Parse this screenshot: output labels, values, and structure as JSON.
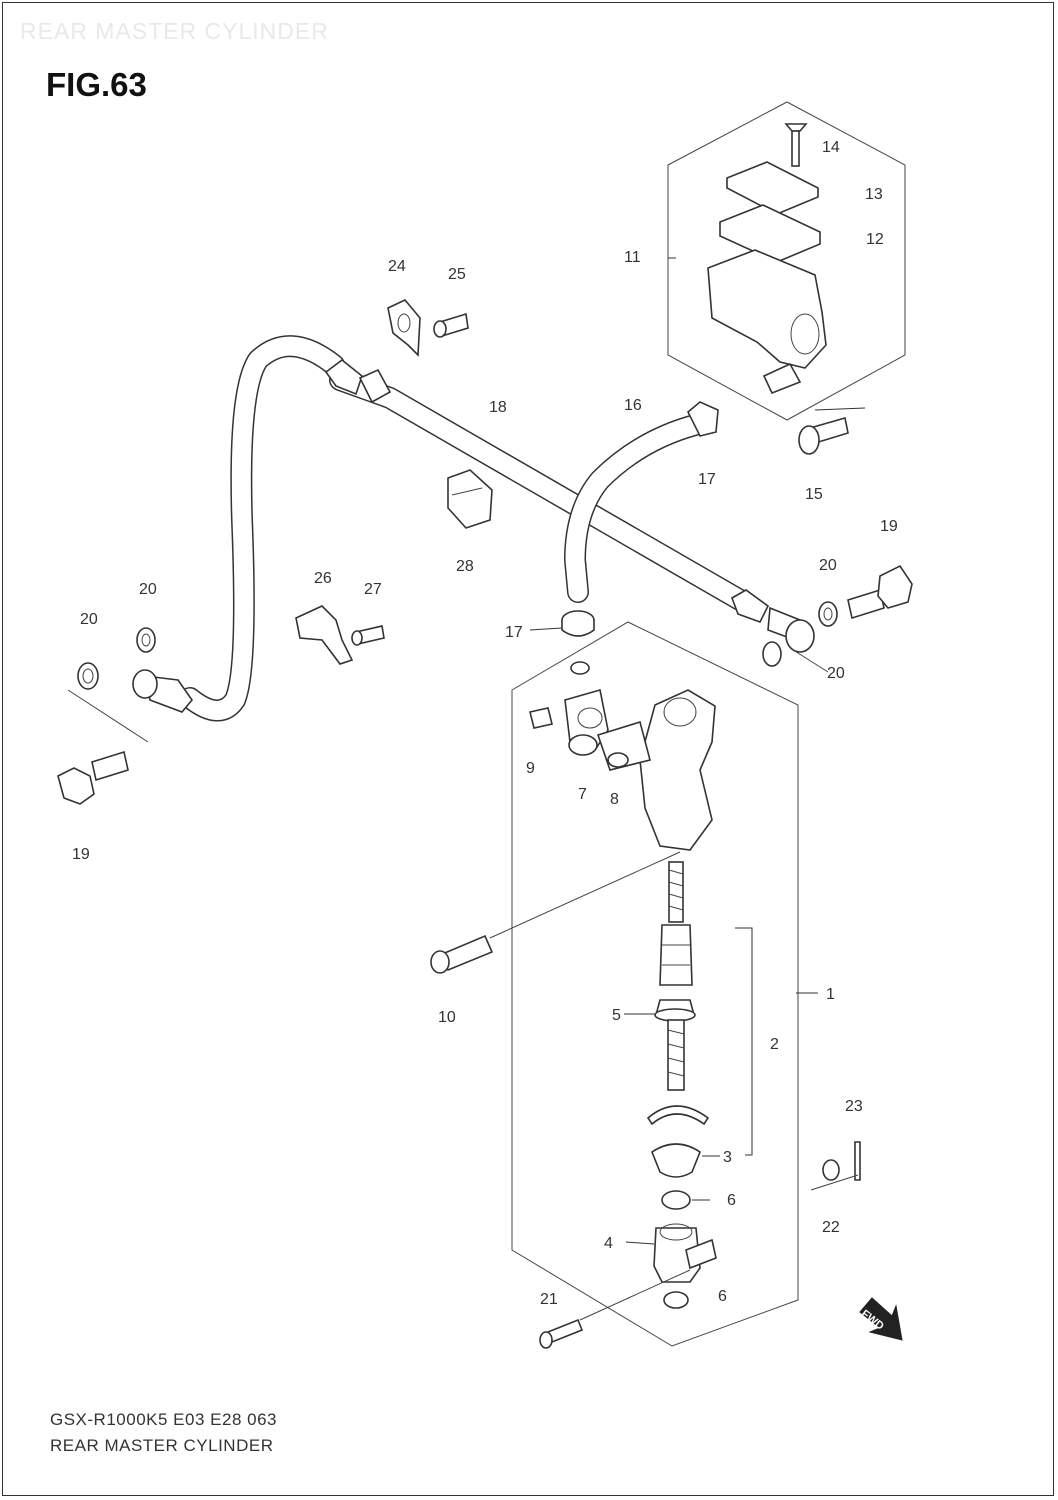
{
  "header": {
    "title": "REAR MASTER CYLINDER"
  },
  "figure": {
    "label": "FIG.63"
  },
  "parts": [
    {
      "num": "1"
    },
    {
      "num": "2"
    },
    {
      "num": "3"
    },
    {
      "num": "4"
    },
    {
      "num": "5"
    },
    {
      "num": "6"
    },
    {
      "num": "6"
    },
    {
      "num": "7"
    },
    {
      "num": "8"
    },
    {
      "num": "9"
    },
    {
      "num": "10"
    },
    {
      "num": "11"
    },
    {
      "num": "12"
    },
    {
      "num": "13"
    },
    {
      "num": "14"
    },
    {
      "num": "15"
    },
    {
      "num": "16"
    },
    {
      "num": "17"
    },
    {
      "num": "17"
    },
    {
      "num": "18"
    },
    {
      "num": "19"
    },
    {
      "num": "19"
    },
    {
      "num": "20"
    },
    {
      "num": "20"
    },
    {
      "num": "20"
    },
    {
      "num": "20"
    },
    {
      "num": "21"
    },
    {
      "num": "22"
    },
    {
      "num": "23"
    },
    {
      "num": "24"
    },
    {
      "num": "25"
    },
    {
      "num": "26"
    },
    {
      "num": "27"
    },
    {
      "num": "28"
    }
  ],
  "fwd_badge": "FWD",
  "footer": {
    "code": "GSX-R1000K5 E03 E28 063",
    "title": "REAR MASTER CYLINDER"
  }
}
